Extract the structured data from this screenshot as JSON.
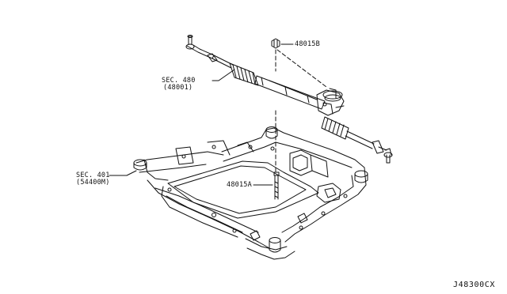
{
  "labels": {
    "rack_sec": "SEC. 480",
    "rack_ref": "(48001)",
    "frame_sec": "SEC. 401",
    "frame_ref": "(54400M)",
    "part_upper": "48015B",
    "part_lower": "48015A",
    "diagram_code": "J48300CX"
  },
  "colors": {
    "line": "#111111",
    "background": "#ffffff"
  }
}
